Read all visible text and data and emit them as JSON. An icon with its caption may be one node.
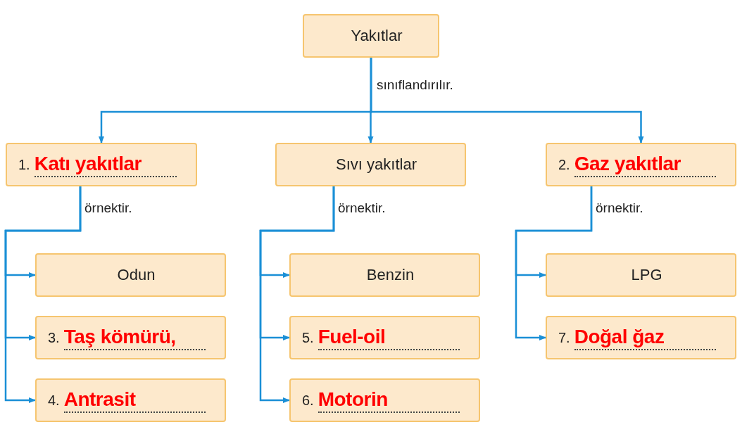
{
  "diagram": {
    "nodes": [
      {
        "text": [
          "Yakıtlar"
        ]
      },
      {
        "text": [
          "1.",
          "Katı yakıtlar"
        ]
      },
      {
        "text": [
          "Sıvı yakıtlar"
        ]
      },
      {
        "text": [
          "2.",
          "Gaz yakıtlar"
        ]
      },
      {
        "text": [
          "Odun"
        ]
      },
      {
        "text": [
          "3.",
          "Taş kömürü,"
        ]
      },
      {
        "text": [
          "4.",
          "Antrasit"
        ]
      },
      {
        "text": [
          "Benzin"
        ]
      },
      {
        "text": [
          "5.",
          "Fuel-oil"
        ]
      },
      {
        "text": [
          "6.",
          "Motorin"
        ]
      },
      {
        "text": [
          "LPG"
        ]
      },
      {
        "text": [
          "7.",
          "Doğal ğaz"
        ]
      }
    ],
    "edges": [
      {
        "from": 0,
        "to": 1,
        "arrow": "to"
      },
      {
        "from": 0,
        "to": 2,
        "arrow": "to",
        "label": "sınıflandırılır."
      },
      {
        "from": 0,
        "to": 3,
        "arrow": "to"
      },
      {
        "from": 1,
        "to": 4,
        "arrow": "to",
        "label": "örnektir."
      },
      {
        "from": 1,
        "to": 5,
        "arrow": "to"
      },
      {
        "from": 1,
        "to": 6,
        "arrow": "to"
      },
      {
        "from": 2,
        "to": 7,
        "arrow": "to",
        "label": "örnektir."
      },
      {
        "from": 2,
        "to": 8,
        "arrow": "to"
      },
      {
        "from": 2,
        "to": 9,
        "arrow": "to"
      },
      {
        "from": 3,
        "to": 10,
        "arrow": "to",
        "label": "örnektir."
      },
      {
        "from": 3,
        "to": 11,
        "arrow": "to"
      }
    ]
  }
}
